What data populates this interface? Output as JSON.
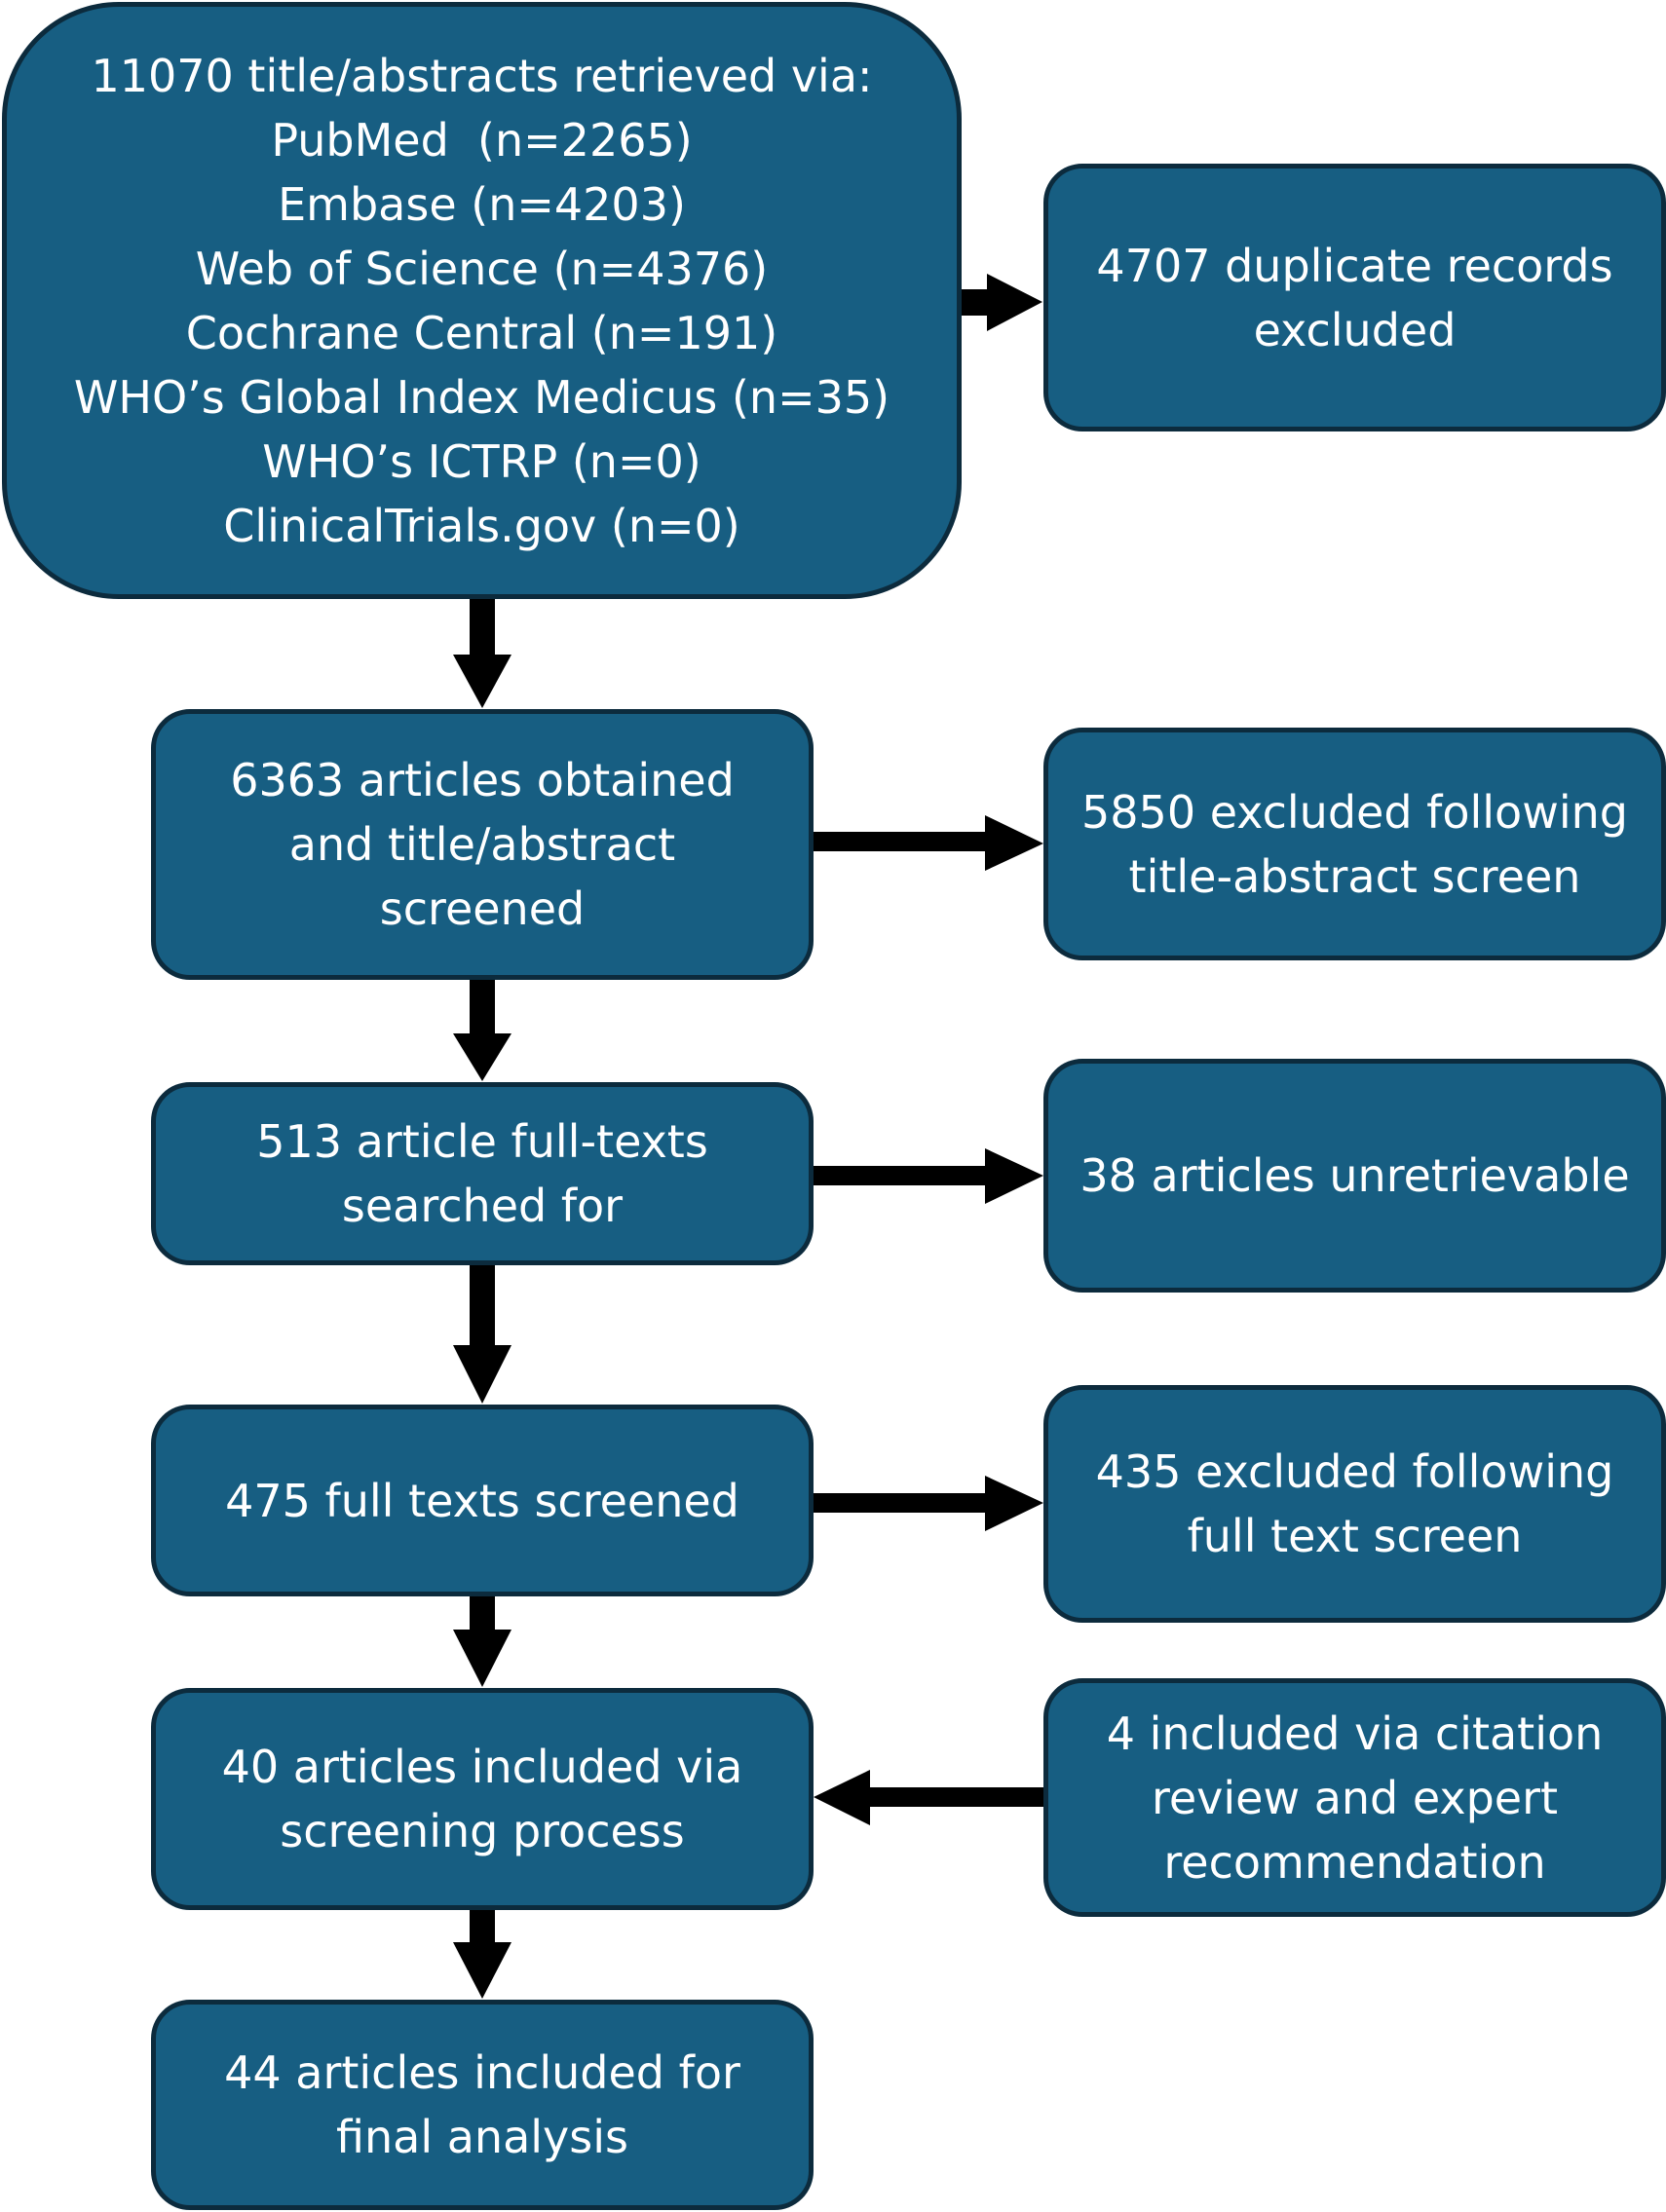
{
  "sources": {
    "header": "11070 title/abstracts retrieved via:",
    "databases": [
      "PubMed  (n=2265)",
      "Embase (n=4203)",
      "Web of Science (n=4376)",
      "Cochrane Central (n=191)",
      "WHO’s Global Index Medicus (n=35)",
      "WHO’s ICTRP (n=0)",
      "ClinicalTrials.gov (n=0)"
    ]
  },
  "main_steps": [
    {
      "lines": [
        "6363 articles obtained",
        "and title/abstract",
        "screened"
      ]
    },
    {
      "lines": [
        "513 article full-texts",
        "searched for"
      ]
    },
    {
      "lines": [
        "475 full texts screened"
      ]
    },
    {
      "lines": [
        "40 articles included via",
        "screening process"
      ]
    },
    {
      "lines": [
        "44 articles included for",
        "final analysis"
      ]
    }
  ],
  "side_steps": [
    {
      "lines": [
        "4707 duplicate records",
        "excluded"
      ]
    },
    {
      "lines": [
        "5850 excluded following",
        "title-abstract screen"
      ]
    },
    {
      "lines": [
        "38 articles unretrievable"
      ]
    },
    {
      "lines": [
        "435 excluded following",
        "full text screen"
      ]
    },
    {
      "lines": [
        "4 included via citation",
        "review and expert",
        "recommendation"
      ]
    }
  ],
  "colors": {
    "box_fill": "#175e82",
    "box_border": "#0c2b3d",
    "text": "#ffffff",
    "arrow": "#000000"
  }
}
